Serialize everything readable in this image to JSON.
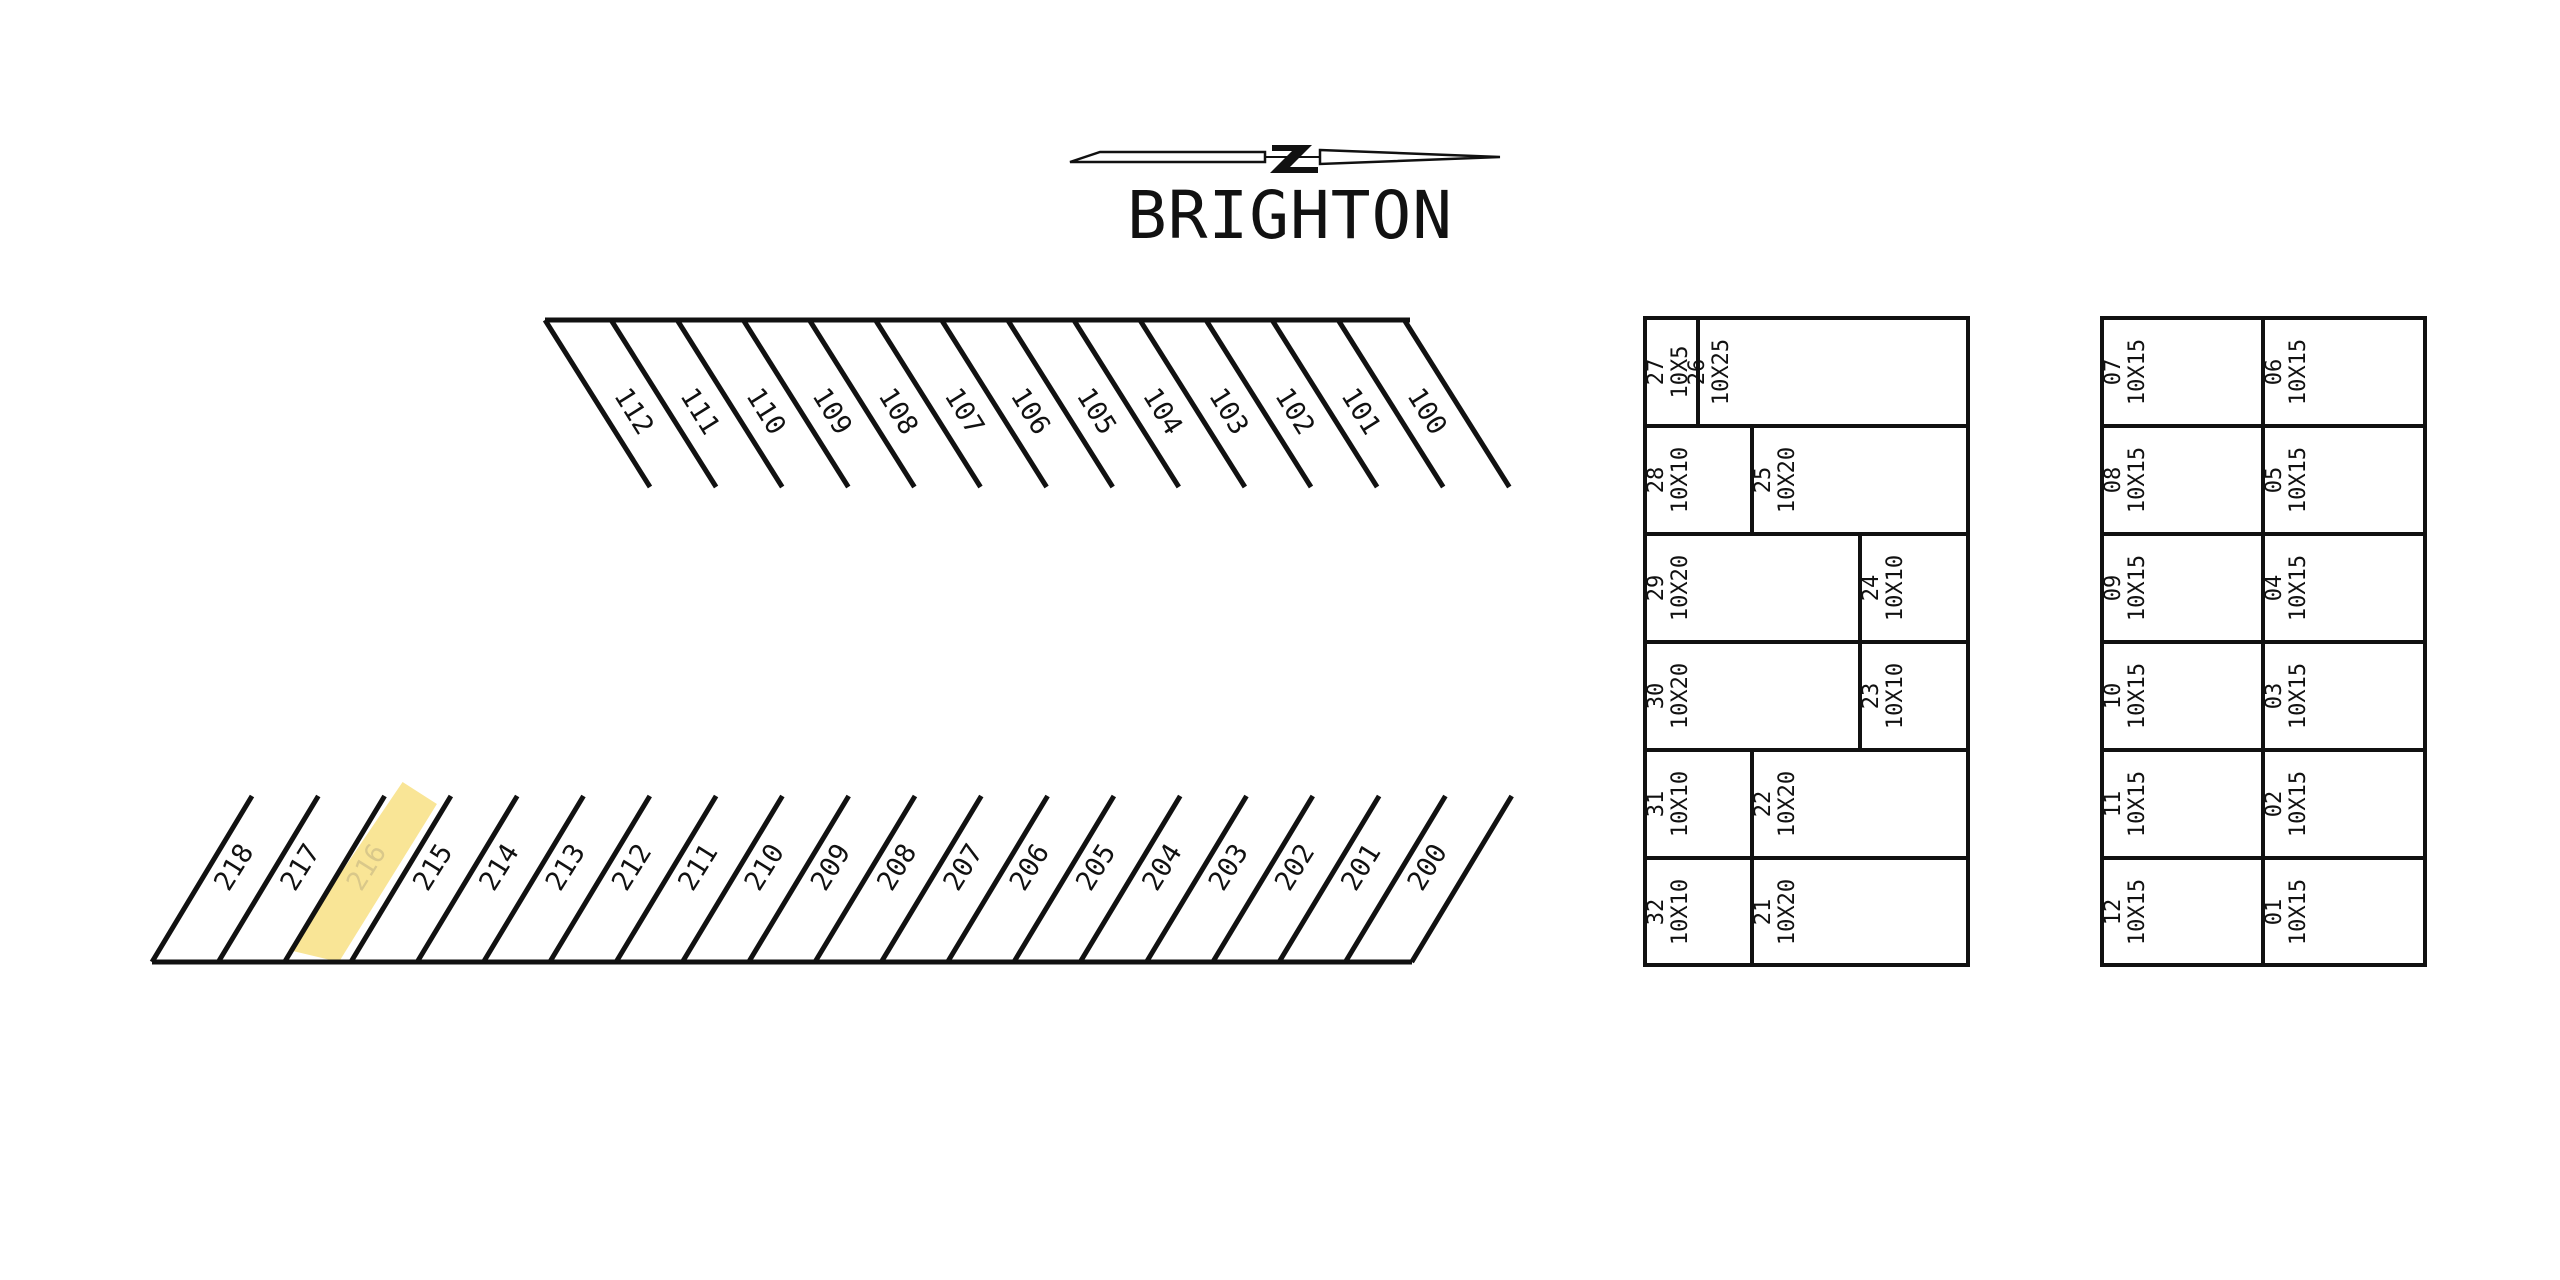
{
  "title": "BRIGHTON",
  "north_label": "N",
  "colors": {
    "line": "#111111",
    "highlight": "#f9e596",
    "highlight_text": "#d9c88a",
    "background": "#ffffff"
  },
  "highlighted_spot": "216",
  "top_row_spots": [
    "112",
    "111",
    "110",
    "109",
    "108",
    "107",
    "106",
    "105",
    "104",
    "103",
    "102",
    "101",
    "100"
  ],
  "bottom_row_spots": [
    "218",
    "217",
    "216",
    "215",
    "214",
    "213",
    "212",
    "211",
    "210",
    "209",
    "208",
    "207",
    "206",
    "205",
    "204",
    "203",
    "202",
    "201",
    "200"
  ],
  "building_a": [
    {
      "id": "27",
      "size": "10X5"
    },
    {
      "id": "26",
      "size": "10X25"
    },
    {
      "id": "28",
      "size": "10X10"
    },
    {
      "id": "25",
      "size": "10X20"
    },
    {
      "id": "29",
      "size": "10X20"
    },
    {
      "id": "24",
      "size": "10X10"
    },
    {
      "id": "30",
      "size": "10X20"
    },
    {
      "id": "23",
      "size": "10X10"
    },
    {
      "id": "31",
      "size": "10X10"
    },
    {
      "id": "22",
      "size": "10X20"
    },
    {
      "id": "32",
      "size": "10X10"
    },
    {
      "id": "21",
      "size": "10X20"
    }
  ],
  "building_b": [
    {
      "id": "07",
      "size": "10X15"
    },
    {
      "id": "06",
      "size": "10X15"
    },
    {
      "id": "08",
      "size": "10X15"
    },
    {
      "id": "05",
      "size": "10X15"
    },
    {
      "id": "09",
      "size": "10X15"
    },
    {
      "id": "04",
      "size": "10X15"
    },
    {
      "id": "10",
      "size": "10X15"
    },
    {
      "id": "03",
      "size": "10X15"
    },
    {
      "id": "11",
      "size": "10X15"
    },
    {
      "id": "02",
      "size": "10X15"
    },
    {
      "id": "12",
      "size": "10X15"
    },
    {
      "id": "01",
      "size": "10X15"
    }
  ]
}
